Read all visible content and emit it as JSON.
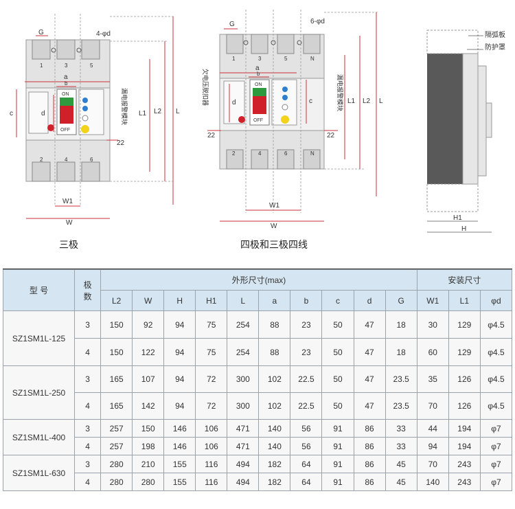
{
  "drawings": {
    "three_pole": {
      "caption": "三极",
      "label_G": "G",
      "label_holes": "4-φd",
      "terminals_top": [
        "1",
        "3",
        "5"
      ],
      "terminals_bottom": [
        "2",
        "4",
        "6"
      ],
      "label_a": "a",
      "label_b": "b",
      "label_c": "c",
      "label_d": "d",
      "label_on": "ON",
      "label_off": "OFF",
      "module_label": "漏电报警模块",
      "label_22": "22",
      "label_L1": "L1",
      "label_L2": "L2",
      "label_L": "L",
      "label_W1": "W1",
      "label_W": "W"
    },
    "four_pole": {
      "caption": "四极和三极四线",
      "label_G": "G",
      "label_holes": "6-φd",
      "terminals_top": [
        "1",
        "3",
        "5",
        "N"
      ],
      "terminals_bottom": [
        "2",
        "4",
        "6",
        "N"
      ],
      "label_a": "a",
      "label_b": "b",
      "label_c": "c",
      "label_d": "d",
      "label_on": "ON",
      "label_off": "OFF",
      "module_label": "漏电报警模块",
      "left_module_label": "欠电压脱扣器",
      "label_22_left": "22",
      "label_22_right": "22",
      "label_L1": "L1",
      "label_L2": "L2",
      "label_L": "L",
      "label_W1": "W1",
      "label_W": "W"
    },
    "side_view": {
      "label_arc_plate": "隔弧板",
      "label_cover": "防护罩",
      "label_H1": "H1",
      "label_H": "H"
    }
  },
  "table": {
    "model_header": "型 号",
    "poles_header": "极\n数",
    "outline_header": "外形尺寸(max)",
    "mount_header": "安装尺寸",
    "columns": [
      "L2",
      "W",
      "H",
      "H1",
      "L",
      "a",
      "b",
      "c",
      "d",
      "G",
      "W1",
      "L1",
      "φd"
    ],
    "groups": [
      {
        "model": "SZ1SM1L-125",
        "rows": [
          {
            "poles": "3",
            "values": [
              "150",
              "92",
              "94",
              "75",
              "254",
              "88",
              "23",
              "50",
              "47",
              "18",
              "30",
              "129",
              "φ4.5"
            ]
          },
          {
            "poles": "4",
            "values": [
              "150",
              "122",
              "94",
              "75",
              "254",
              "88",
              "23",
              "50",
              "47",
              "18",
              "60",
              "129",
              "φ4.5"
            ]
          }
        ]
      },
      {
        "model": "SZ1SM1L-250",
        "rows": [
          {
            "poles": "3",
            "values": [
              "165",
              "107",
              "94",
              "72",
              "300",
              "102",
              "22.5",
              "50",
              "47",
              "23.5",
              "35",
              "126",
              "φ4.5"
            ]
          },
          {
            "poles": "4",
            "values": [
              "165",
              "142",
              "94",
              "72",
              "300",
              "102",
              "22.5",
              "50",
              "47",
              "23.5",
              "70",
              "126",
              "φ4.5"
            ]
          }
        ]
      },
      {
        "model": "SZ1SM1L-400",
        "rows": [
          {
            "poles": "3",
            "values": [
              "257",
              "150",
              "146",
              "106",
              "471",
              "140",
              "56",
              "91",
              "86",
              "33",
              "44",
              "194",
              "φ7"
            ]
          },
          {
            "poles": "4",
            "values": [
              "257",
              "198",
              "146",
              "106",
              "471",
              "140",
              "56",
              "91",
              "86",
              "33",
              "94",
              "194",
              "φ7"
            ]
          }
        ]
      },
      {
        "model": "SZ1SM1L-630",
        "rows": [
          {
            "poles": "3",
            "values": [
              "280",
              "210",
              "155",
              "116",
              "494",
              "182",
              "64",
              "91",
              "86",
              "45",
              "70",
              "243",
              "φ7"
            ]
          },
          {
            "poles": "4",
            "values": [
              "280",
              "280",
              "155",
              "116",
              "494",
              "182",
              "64",
              "91",
              "86",
              "45",
              "140",
              "243",
              "φ7"
            ]
          }
        ]
      }
    ]
  },
  "colors": {
    "header_bg": "#d5e6f2",
    "cell_bg": "#f7f7f7",
    "grid": "#9aa2ab",
    "on_green": "#2e9a3e",
    "off_red": "#d0202a",
    "led_blue": "#2f7fd0",
    "led_yellow": "#f2d21a",
    "dim_red": "#c8323a"
  }
}
